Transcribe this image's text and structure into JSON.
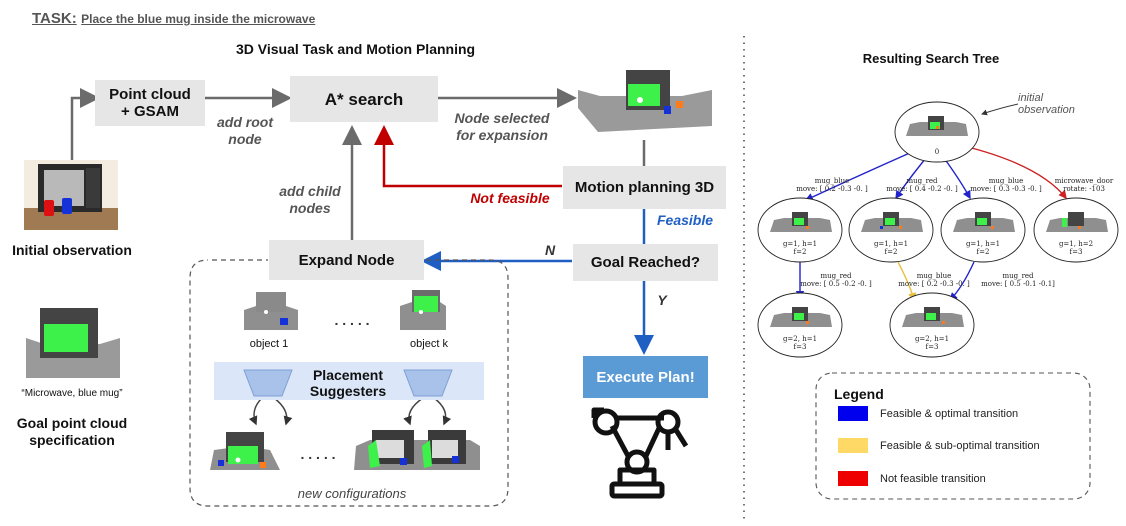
{
  "task": {
    "prefix": "TASK:",
    "text": "Place the blue mug inside the microwave"
  },
  "planning": {
    "title": "3D Visual Task and Motion Planning",
    "point_cloud_box": "Point cloud\n+ GSAM",
    "astar_box": "A* search",
    "motion_box": "Motion planning 3D",
    "goal_box": "Goal Reached?",
    "expand_box": "Expand Node",
    "execute_box": "Execute Plan!",
    "add_root": "add root\nnode",
    "add_child": "add child\nnodes",
    "node_selected": "Node selected\nfor expansion",
    "not_feasible": "Not feasible",
    "feasible": "Feasible",
    "n_label": "N",
    "y_label": "Y",
    "object_1": "object 1",
    "object_k": "object k",
    "dots": ". . . . .",
    "placement": "Placement\nSuggesters",
    "new_configs": "new configurations"
  },
  "left": {
    "initial_obs": "Initial observation",
    "goal_caption": "“Microwave, blue mug”",
    "goal_spec": "Goal point cloud\nspecification"
  },
  "tree": {
    "title": "Resulting Search Tree",
    "initial_obs": "initial\nobservation",
    "root_label": "0",
    "edge_labels": {
      "e1": "mug_blue\nmove: [ 0.2 -0.3 -0. ]",
      "e2": "mug_red\nmove: [ 0.4 -0.2 -0. ]",
      "e3": "mug_blue\nmove: [ 0.3 -0.3 -0. ]",
      "e4": "microwave_door\nrotate: -103",
      "e5": "mug_red\nmove: [ 0.5 -0.2 -0. ]",
      "e6": "mug_blue\nmove: [ 0.2 -0.3 -0. ]",
      "e7": "mug_red\nmove: [ 0.5 -0.1 -0.1]"
    },
    "node_labels": {
      "n1": "g=1, h=1\nf=2",
      "n2": "g=1, h=1\nf=2",
      "n3": "g=1, h=1\nf=2",
      "n4": "g=1, h=2\nf=3",
      "n5": "g=2, h=1\nf=3",
      "n6": "g=2, h=1\nf=3"
    }
  },
  "legend": {
    "title": "Legend",
    "items": [
      {
        "label": "Feasible & optimal transition",
        "color": "#0000ee"
      },
      {
        "label": "Feasible & sub-optimal transition",
        "color": "#ffd966"
      },
      {
        "label": "Not feasible transition",
        "color": "#ee0000"
      }
    ]
  },
  "colors": {
    "box_gray": "#e6e6e6",
    "execute_blue": "#5b9bd5",
    "feasible_blue": "#1f5fc4",
    "not_feasible_red": "#c00000",
    "suggester_band": "#dbe7f8"
  }
}
